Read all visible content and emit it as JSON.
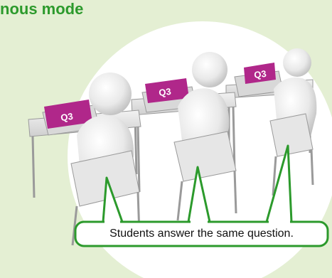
{
  "title": "nous mode",
  "callout": "Students answer the same question.",
  "screens": [
    {
      "label": "Q3"
    },
    {
      "label": "Q3"
    },
    {
      "label": "Q3"
    }
  ],
  "colors": {
    "background": "#e4efd3",
    "circle": "#ffffff",
    "title_green": "#2c9a2c",
    "callout_border": "#2c9a2c",
    "screen_magenta": "#b0278a"
  }
}
